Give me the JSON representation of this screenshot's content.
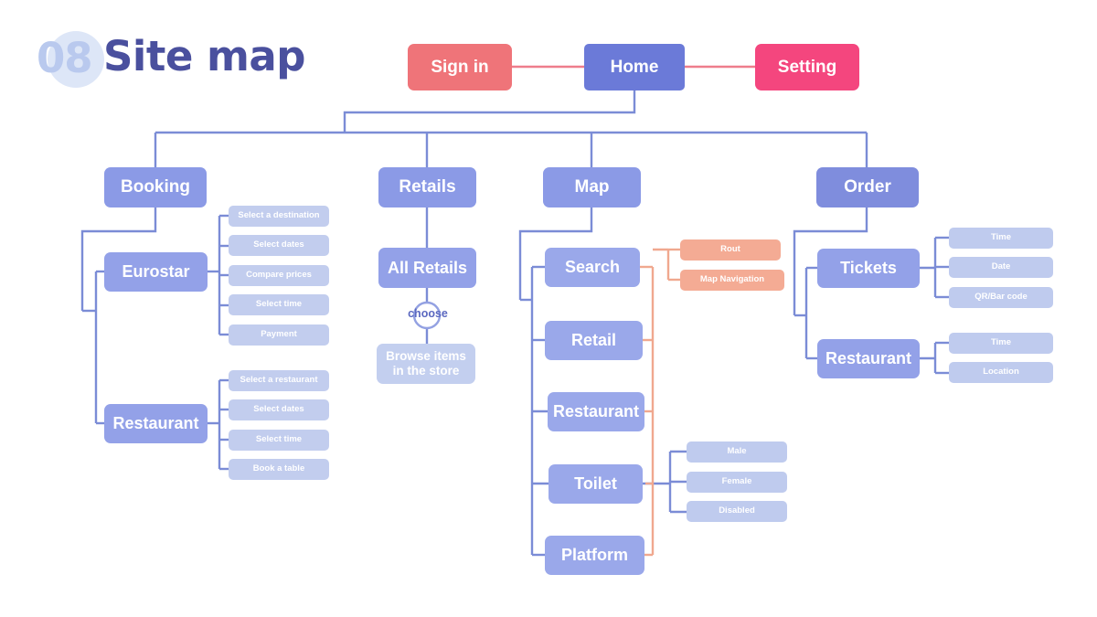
{
  "title": {
    "number": "08",
    "text": "Site map"
  },
  "diagram": {
    "type": "site-map-tree",
    "colors": {
      "home": "#6b7ad8",
      "sign_in": "#ef7479",
      "setting": "#f4467e",
      "level2": "#8b9ae6",
      "level3": "#93a1e8",
      "leaf": "#c2cdee",
      "coral": "#f4ab94",
      "line_blue": "#7b8cd6",
      "line_coral": "#f0a88f",
      "line_pink": "#ee7d8c"
    },
    "top_row": {
      "sign_in": "Sign in",
      "home": "Home",
      "setting": "Setting"
    },
    "branches": [
      {
        "name": "Booking",
        "children": [
          {
            "name": "Eurostar",
            "children": [
              "Select a destination",
              "Select dates",
              "Compare prices",
              "Select time",
              "Payment"
            ]
          },
          {
            "name": "Restaurant",
            "children": [
              "Select a restaurant",
              "Select dates",
              "Select time",
              "Book a table"
            ]
          }
        ]
      },
      {
        "name": "Retails",
        "children": [
          {
            "name": "All Retails",
            "connector_label": "choose",
            "children": [
              "Browse items\nin the store"
            ]
          }
        ]
      },
      {
        "name": "Map",
        "children": [
          {
            "name": "Search",
            "children": [
              "Rout",
              "Map Navigation"
            ]
          },
          {
            "name": "Retail",
            "children": []
          },
          {
            "name": "Restaurant",
            "children": []
          },
          {
            "name": "Toilet",
            "children": [
              "Male",
              "Female",
              "Disabled"
            ]
          },
          {
            "name": "Platform",
            "children": []
          }
        ]
      },
      {
        "name": "Order",
        "children": [
          {
            "name": "Tickets",
            "children": [
              "Time",
              "Date",
              "QR/Bar code"
            ]
          },
          {
            "name": "Restaurant",
            "children": [
              "Time",
              "Location"
            ]
          }
        ]
      }
    ]
  },
  "nodes": {
    "sign_in": "Sign in",
    "home": "Home",
    "setting": "Setting",
    "booking": "Booking",
    "retails": "Retails",
    "map": "Map",
    "order": "Order",
    "eurostar": "Eurostar",
    "booking_restaurant": "Restaurant",
    "all_retails": "All Retails",
    "choose": "choose",
    "browse_line1": "Browse items",
    "browse_line2": "in the store",
    "map_search": "Search",
    "map_retail": "Retail",
    "map_restaurant": "Restaurant",
    "map_toilet": "Toilet",
    "map_platform": "Platform",
    "tickets": "Tickets",
    "order_restaurant": "Restaurant",
    "eurostar_1": "Select a destination",
    "eurostar_2": "Select dates",
    "eurostar_3": "Compare prices",
    "eurostar_4": "Select time",
    "eurostar_5": "Payment",
    "brest_1": "Select a restaurant",
    "brest_2": "Select dates",
    "brest_3": "Select time",
    "brest_4": "Book a table",
    "search_1": "Rout",
    "search_2": "Map Navigation",
    "toilet_1": "Male",
    "toilet_2": "Female",
    "toilet_3": "Disabled",
    "tickets_1": "Time",
    "tickets_2": "Date",
    "tickets_3": "QR/Bar code",
    "orest_1": "Time",
    "orest_2": "Location"
  }
}
